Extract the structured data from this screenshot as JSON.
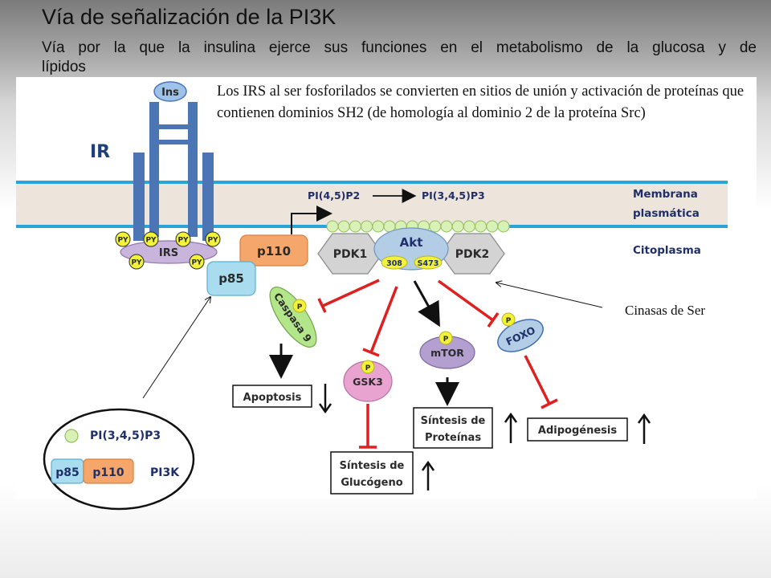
{
  "title": "Vía de señalización  de la PI3K",
  "subtitle_line1": "Vía por la que la insulina ejerce sus funciones en el metabolismo de la glucosa y de",
  "subtitle_line2": "lípidos",
  "note": "Los IRS al ser fosforilados se convierten en sitios de unión y activación de proteínas que contienen dominios SH2 (de homología al dominio 2 de la proteína Src)",
  "annotation_kinases": "Cinasas de Ser",
  "diagram": {
    "receptor_ligand": "Ins",
    "receptor_label": "IR",
    "phospho_tyrosine": "PY",
    "irs": "IRS",
    "p85": "p85",
    "p110": "p110",
    "lipid_substrate": "PI(4,5)P2",
    "lipid_product": "PI(3,4,5)P3",
    "membrane_label_1": "Membrana",
    "membrane_label_2": "plasmática",
    "cytoplasm_label": "Citoplasma",
    "pdk1": "PDK1",
    "akt": "Akt",
    "pdk2": "PDK2",
    "akt_site_1": "308",
    "akt_site_2": "S473",
    "phospho": "P",
    "caspase9": "Caspasa 9",
    "gsk3": "GSK3",
    "mtor": "mTOR",
    "foxo": "FOXO",
    "apoptosis": "Apoptosis",
    "protein_synthesis_1": "Síntesis de",
    "protein_synthesis_2": "Proteínas",
    "glycogen_synthesis_1": "Síntesis de",
    "glycogen_synthesis_2": "Glucógeno",
    "adipogenesis": "Adipogénesis",
    "legend_lipid": "PI(3,4,5)P3",
    "legend_p85": "p85",
    "legend_p110": "p110",
    "legend_pi3k": "PI3K"
  },
  "colors": {
    "receptor_blue": "#4b75b5",
    "membrane_blue": "#2aa3d9",
    "membrane_fill": "#ede5db",
    "irs_purple": "#c9b4dc",
    "py_yellow": "#f2f23a",
    "p110_orange": "#f5a66b",
    "p85_cyan": "#a8dcee",
    "pdk_gray": "#d3d3d3",
    "akt_blue": "#b3cde6",
    "lipid_green": "#d9f0b7",
    "inhibit_red": "#e02020",
    "caspase_green": "#b3e58a",
    "gsk_pink": "#e9a3d0",
    "mtor_purple": "#b39fd0"
  }
}
